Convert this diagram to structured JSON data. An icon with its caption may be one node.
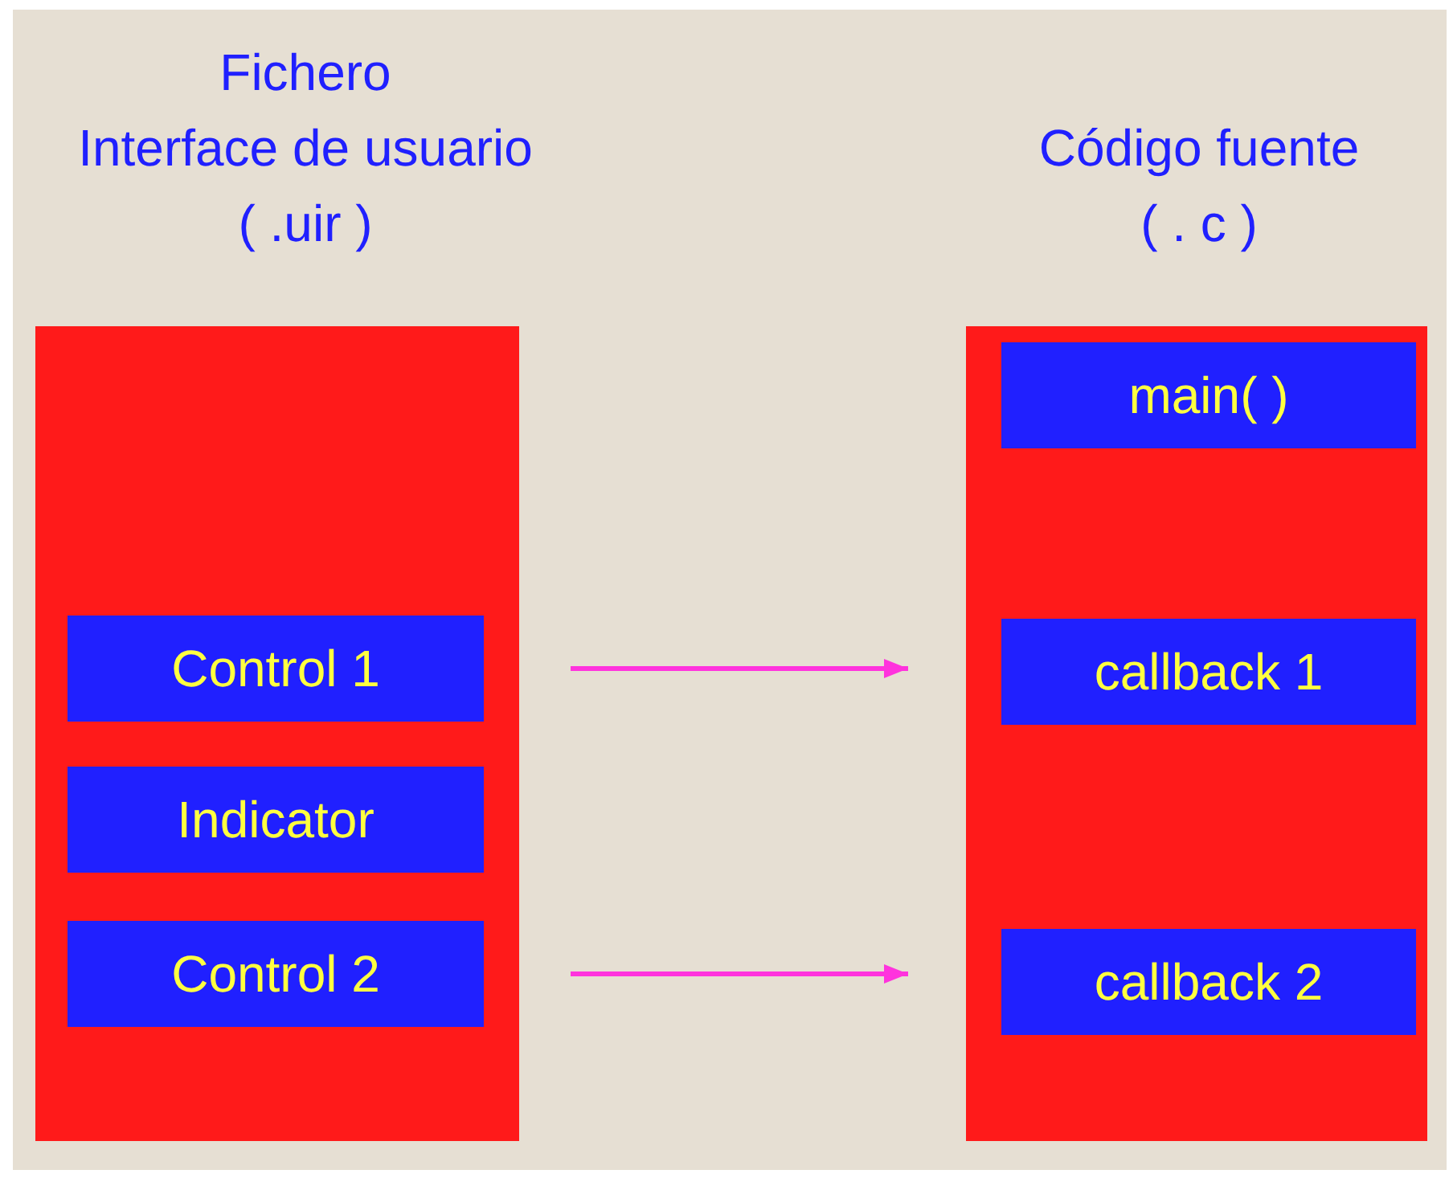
{
  "diagram": {
    "nodes": [
      {
        "text": [
          "Fichero Interface de usuario ( .uir )"
        ]
      },
      {
        "text": [
          "Control 1"
        ],
        "in": 0
      },
      {
        "text": [
          "Indicator"
        ],
        "in": 0
      },
      {
        "text": [
          "Control 2"
        ],
        "in": 0
      },
      {
        "text": [
          "Código fuente ( . c )"
        ]
      },
      {
        "text": [
          "main( )"
        ],
        "in": 4
      },
      {
        "text": [
          "callback 1"
        ],
        "in": 4
      },
      {
        "text": [
          "callback 2"
        ],
        "in": 4
      }
    ],
    "edges": [
      {
        "from": 1,
        "to": 6,
        "arrow": "to"
      },
      {
        "from": 3,
        "to": 7,
        "arrow": "to"
      }
    ]
  }
}
